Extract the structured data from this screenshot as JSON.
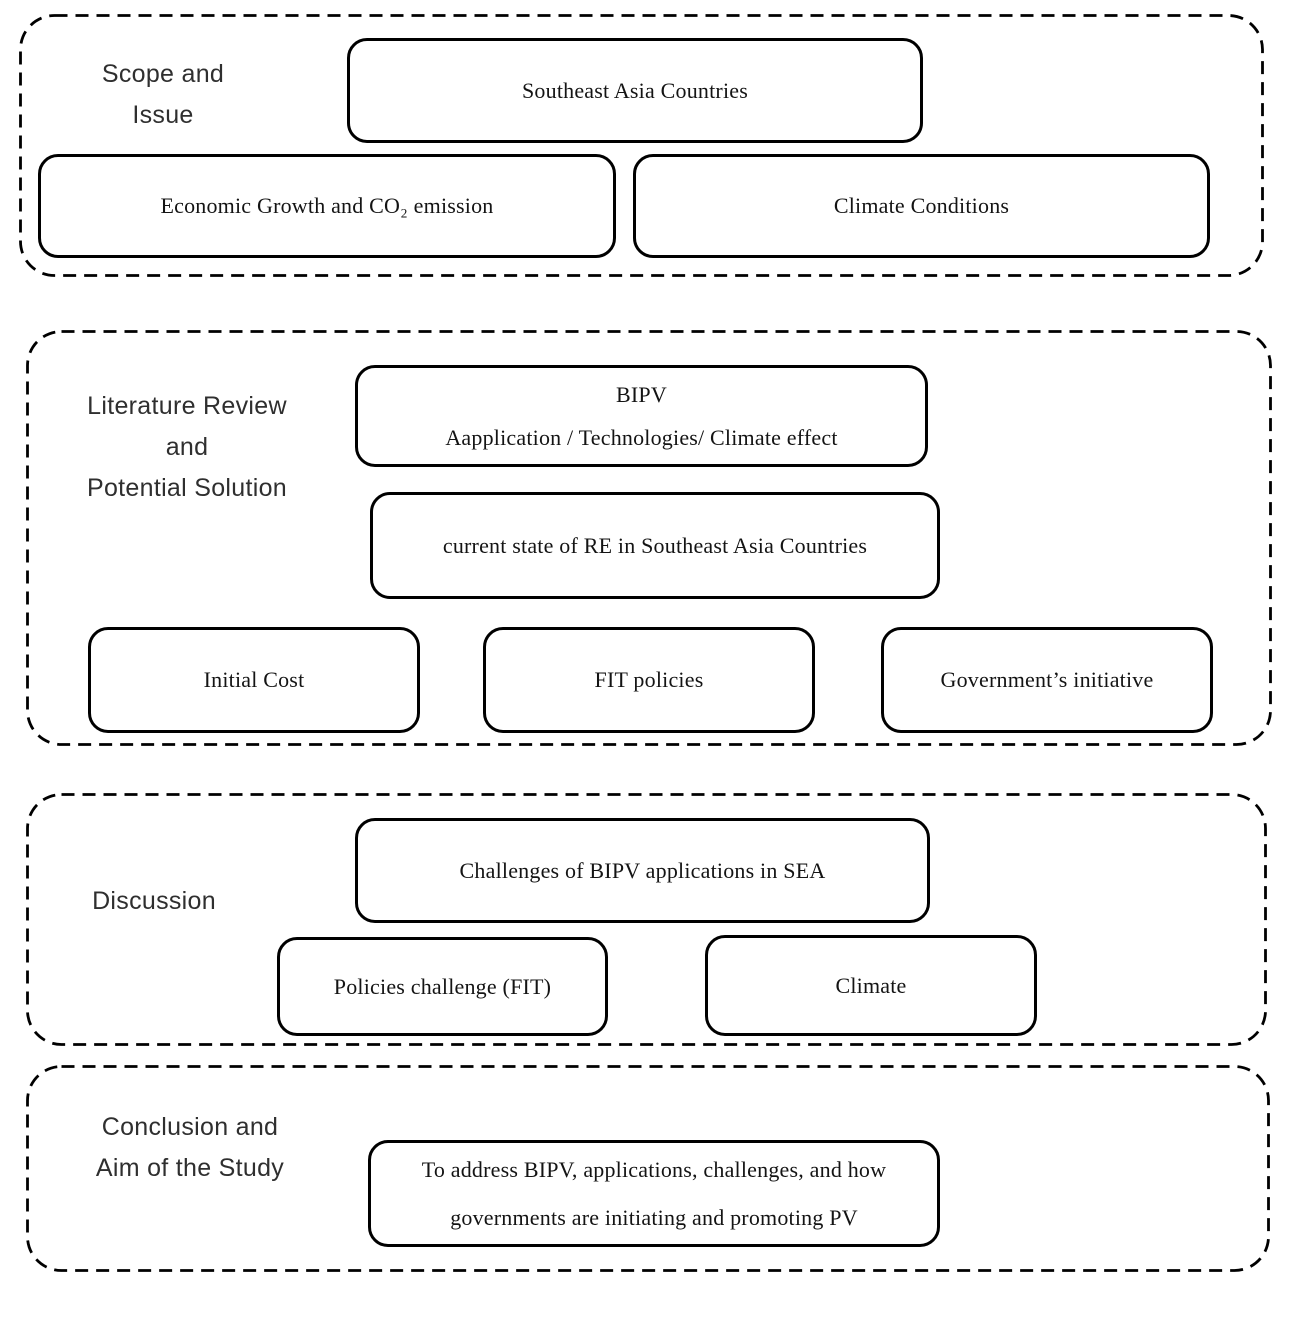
{
  "figure_title": "Study framework flow diagram",
  "sections": [
    {
      "label_lines": [
        "Scope and",
        "Issue"
      ],
      "boxes": [
        {
          "lines": [
            "Southeast Asia Countries"
          ]
        },
        {
          "lines": [
            "Economic Growth and CO₂ emission"
          ]
        },
        {
          "lines": [
            "Climate Conditions"
          ]
        }
      ]
    },
    {
      "label_lines": [
        "Literature Review",
        "and",
        "Potential Solution"
      ],
      "boxes": [
        {
          "lines": [
            "BIPV",
            "Aapplication / Technologies/ Climate effect"
          ]
        },
        {
          "lines": [
            "current state of RE in Southeast Asia Countries"
          ]
        },
        {
          "lines": [
            "Initial Cost"
          ]
        },
        {
          "lines": [
            "FIT policies"
          ]
        },
        {
          "lines": [
            "Government’s initiative"
          ]
        }
      ]
    },
    {
      "label_lines": [
        "Discussion"
      ],
      "boxes": [
        {
          "lines": [
            "Challenges of BIPV applications in SEA"
          ]
        },
        {
          "lines": [
            "Policies challenge (FIT)"
          ]
        },
        {
          "lines": [
            "Climate"
          ]
        }
      ]
    },
    {
      "label_lines": [
        "Conclusion and",
        "Aim of the Study"
      ],
      "boxes": [
        {
          "lines": [
            "To address BIPV, applications, challenges, and how",
            "governments are initiating and promoting PV"
          ]
        }
      ]
    }
  ],
  "colors": {
    "border": "#000000",
    "label_text": "#2f2f2f",
    "box_text": "#141414",
    "background": "#ffffff"
  }
}
